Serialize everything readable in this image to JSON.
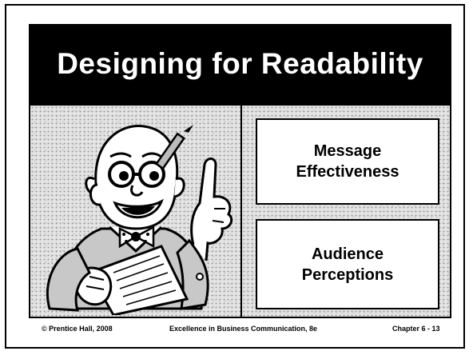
{
  "slide": {
    "title": "Designing for Readability",
    "topics": [
      {
        "line1": "Message",
        "line2": "Effectiveness"
      },
      {
        "line1": "Audience",
        "line2": "Perceptions"
      }
    ],
    "illustration_icon": "cartoon-man-with-checklist-icon"
  },
  "footer": {
    "copyright": "© Prentice Hall, 2008",
    "book": "Excellence in Business Communication, 8e",
    "chapter": "Chapter 6 - 13"
  },
  "colors": {
    "title_background": "#000000",
    "title_text": "#ffffff",
    "panel_texture": "#e4e4e4",
    "box_background": "#ffffff"
  }
}
